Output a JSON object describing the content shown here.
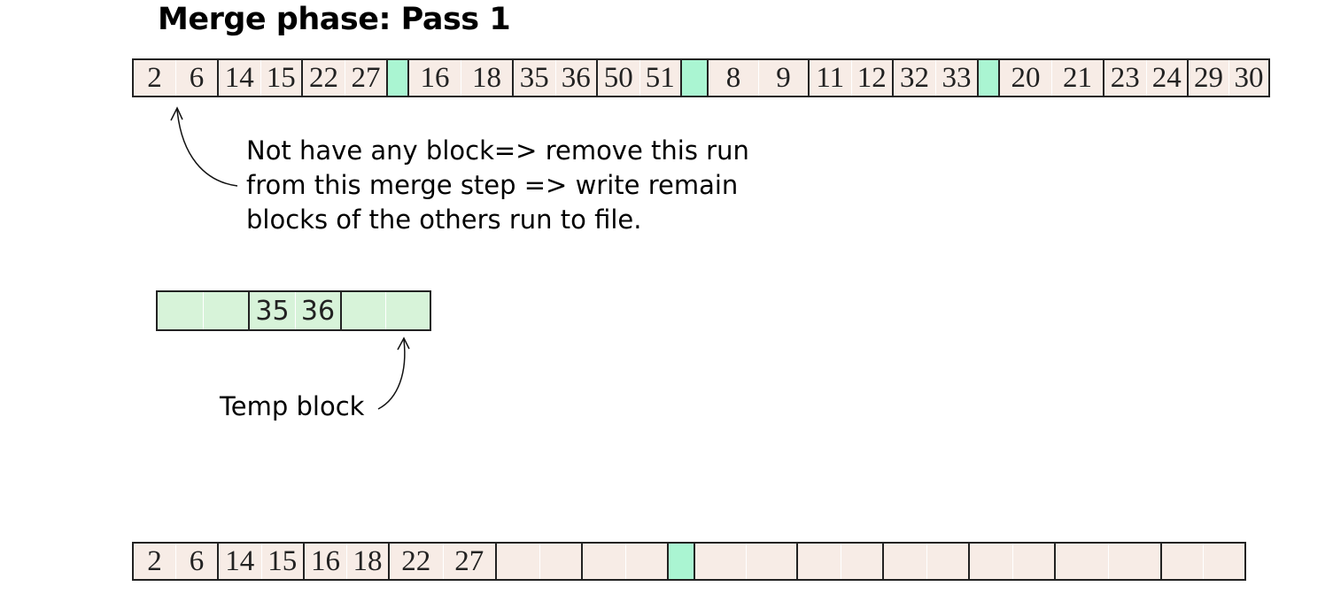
{
  "title": "Merge phase: Pass 1",
  "input_strip": [
    {
      "kind": "block",
      "values": [
        "2",
        "6"
      ]
    },
    {
      "kind": "block",
      "values": [
        "14",
        "15"
      ]
    },
    {
      "kind": "block",
      "values": [
        "22",
        "27"
      ]
    },
    {
      "kind": "separator"
    },
    {
      "kind": "block",
      "values": [
        "16",
        "18"
      ]
    },
    {
      "kind": "block",
      "values": [
        "35",
        "36"
      ]
    },
    {
      "kind": "block",
      "values": [
        "50",
        "51"
      ]
    },
    {
      "kind": "separator"
    },
    {
      "kind": "block",
      "values": [
        "8",
        "9"
      ]
    },
    {
      "kind": "block",
      "values": [
        "11",
        "12"
      ]
    },
    {
      "kind": "block",
      "values": [
        "32",
        "33"
      ]
    },
    {
      "kind": "separator"
    },
    {
      "kind": "block",
      "values": [
        "20",
        "21"
      ]
    },
    {
      "kind": "block",
      "values": [
        "23",
        "24"
      ]
    },
    {
      "kind": "block",
      "values": [
        "29",
        "30"
      ]
    }
  ],
  "note": {
    "lines": [
      "Not have any block=> remove this run",
      "from this merge step => write remain",
      "blocks of the others run to file."
    ]
  },
  "temp_strip": [
    {
      "kind": "block",
      "values": [
        "",
        ""
      ]
    },
    {
      "kind": "block",
      "values": [
        "35",
        "36"
      ]
    },
    {
      "kind": "block",
      "values": [
        "",
        ""
      ]
    }
  ],
  "temp_label": "Temp block",
  "output_strip": [
    {
      "kind": "block",
      "values": [
        "2",
        "6"
      ]
    },
    {
      "kind": "block",
      "values": [
        "14",
        "15"
      ]
    },
    {
      "kind": "block",
      "values": [
        "16",
        "18"
      ]
    },
    {
      "kind": "block",
      "values": [
        "22",
        "27"
      ]
    },
    {
      "kind": "block",
      "values": [
        "",
        ""
      ]
    },
    {
      "kind": "block",
      "values": [
        "",
        ""
      ]
    },
    {
      "kind": "separator"
    },
    {
      "kind": "block",
      "values": [
        "",
        ""
      ]
    },
    {
      "kind": "block",
      "values": [
        "",
        ""
      ]
    },
    {
      "kind": "block",
      "values": [
        "",
        ""
      ]
    },
    {
      "kind": "block",
      "values": [
        "",
        ""
      ]
    },
    {
      "kind": "block",
      "values": [
        "",
        ""
      ]
    },
    {
      "kind": "block",
      "values": [
        "",
        ""
      ]
    }
  ],
  "colors": {
    "block_fill": "#f7ece6",
    "separator_fill": "#aaf5d2",
    "temp_fill": "#d7f3d9",
    "border": "#222222"
  }
}
